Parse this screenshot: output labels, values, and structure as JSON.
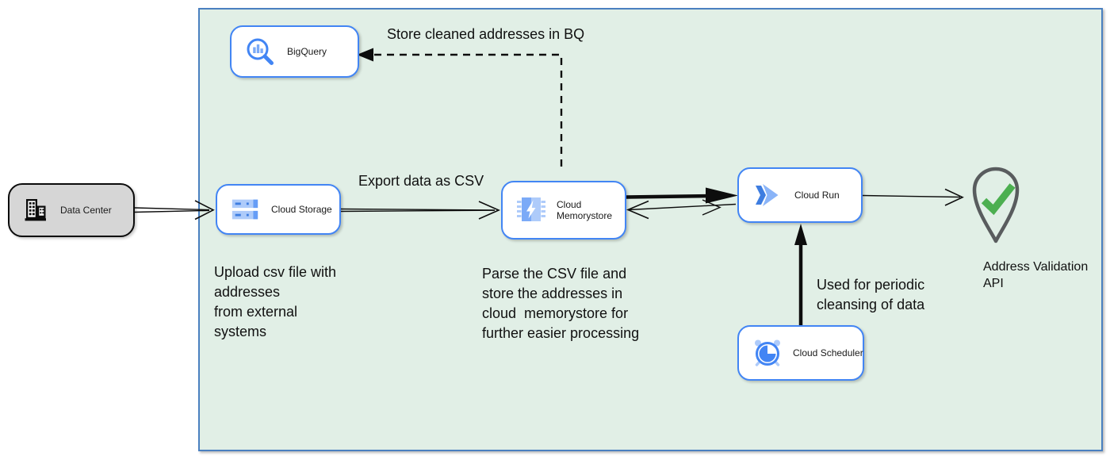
{
  "colors": {
    "container_fill": "#e1efe6",
    "container_stroke": "#4a80c0",
    "node_stroke": "#4285f4",
    "node_fill": "#ffffff",
    "datacenter_fill": "#d6d6d6",
    "datacenter_stroke": "#0b0b0b",
    "icon_blue": "#4285f4",
    "icon_blue_dark": "#3e7de0",
    "icon_blue_mid": "#7baaf7",
    "icon_blue_light": "#aecbfa",
    "arrow_color": "#0d0d0d",
    "pin_stroke": "#595c5e",
    "check_green": "#4caf50",
    "text_color": "#101010"
  },
  "nodes": {
    "data_center": {
      "label": "Data Center"
    },
    "bigquery": {
      "label": "BigQuery"
    },
    "cloud_storage": {
      "label": "Cloud Storage"
    },
    "cloud_memorystore": {
      "label": "Cloud Memorystore"
    },
    "cloud_run": {
      "label": "Cloud Run"
    },
    "cloud_scheduler": {
      "label": "Cloud Scheduler"
    },
    "address_validation_api": {
      "label": "Address Validation\nAPI"
    }
  },
  "annotations": {
    "store_bq": "Store cleaned addresses in BQ",
    "export_csv": "Export data as CSV",
    "upload_note": "Upload csv file with\naddresses\nfrom external\nsystems",
    "parse_note": "Parse the CSV file and\nstore the addresses in\ncloud  memorystore for\nfurther easier processing",
    "scheduler_note": "Used for periodic\ncleansing of data"
  }
}
